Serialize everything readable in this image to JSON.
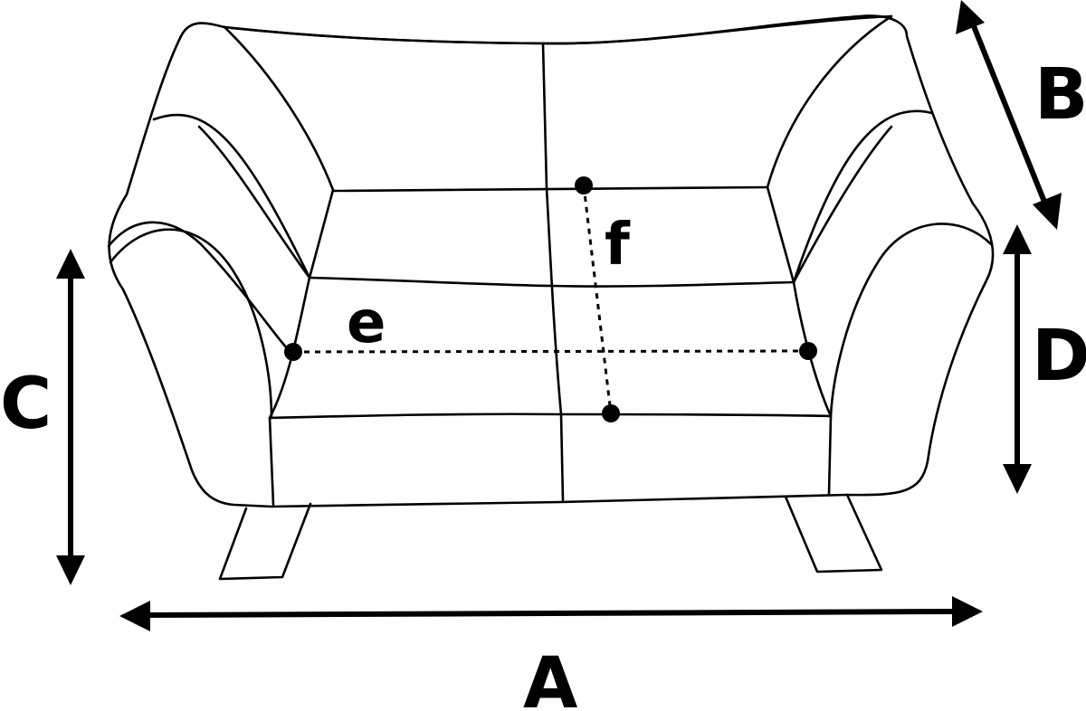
{
  "dimensions": {
    "A": "A",
    "B": "B",
    "C": "C",
    "D": "D"
  },
  "measurements": {
    "e": "e",
    "f": "f"
  },
  "colors": {
    "stroke": "#000000",
    "background": "#ffffff"
  }
}
